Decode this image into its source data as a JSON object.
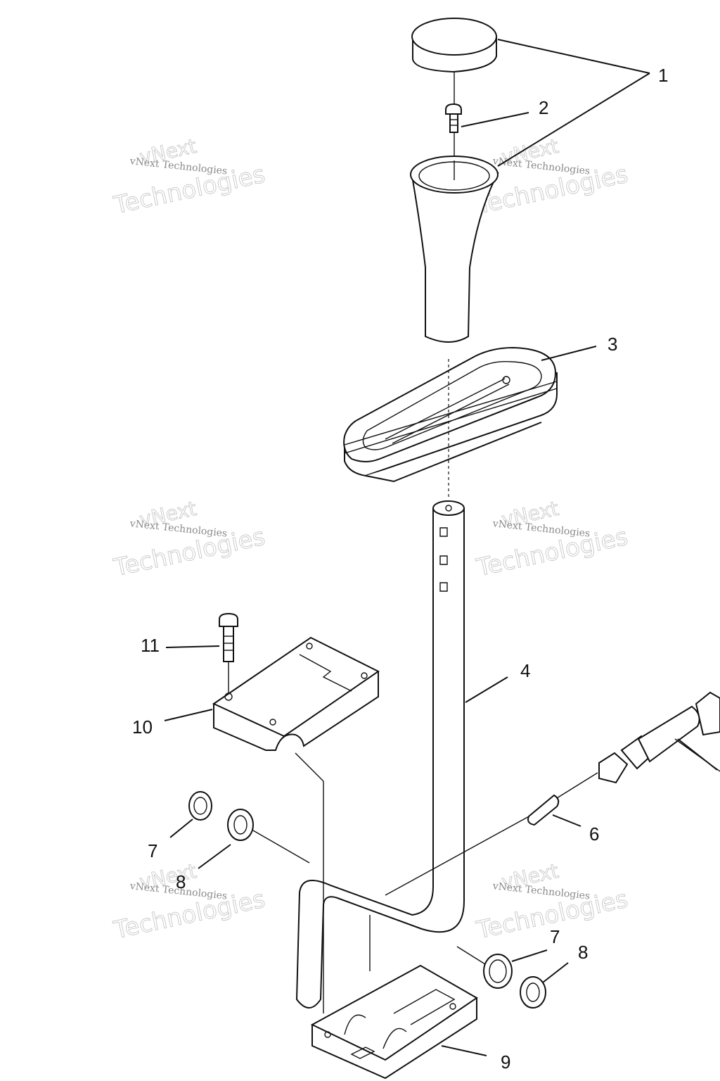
{
  "watermark": {
    "line1": "vNext",
    "line2": "Technologies",
    "caption": "vNext Technologies"
  },
  "callouts": {
    "c1": "1",
    "c2": "2",
    "c3": "3",
    "c4": "4",
    "c6": "6",
    "c7a": "7",
    "c8a": "8",
    "c7b": "7",
    "c8b": "8",
    "c9": "9",
    "c10": "10",
    "c11": "11"
  }
}
